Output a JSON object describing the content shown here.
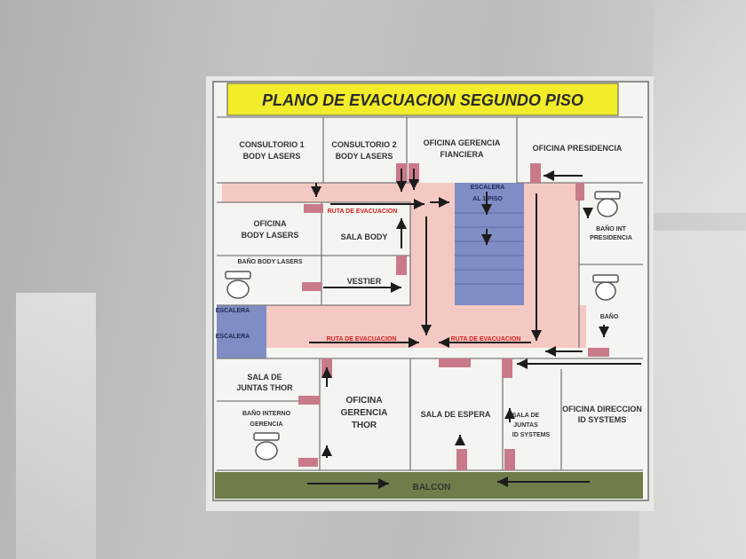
{
  "sign": {
    "title": "PLANO DE EVACUACION SEGUNDO PISO",
    "rooms": {
      "consultorio1_l1": "CONSULTORIO 1",
      "consultorio1_l2": "BODY LASERS",
      "consultorio2_l1": "CONSULTORIO 2",
      "consultorio2_l2": "BODY LASERS",
      "gerencia_fin_l1": "OFICINA GERENCIA",
      "gerencia_fin_l2": "FIANCIERA",
      "presidencia": "OFICINA PRESIDENCIA",
      "escalera_main_l1": "ESCALERA",
      "escalera_main_l2": "AL 1 PISO",
      "oficina_body_l1": "OFICINA",
      "oficina_body_l2": "BODY LASERS",
      "sala_body": "SALA BODY",
      "bano_int_pres_l1": "BAÑO INT",
      "bano_int_pres_l2": "PRESIDENCIA",
      "bano_body": "BAÑO BODY LASERS",
      "vestier": "VESTIER",
      "escalera_left_1": "ESCALERA",
      "escalera_left_2": "ESCALERA",
      "bano": "BAÑO",
      "sala_juntas_thor_l1": "SALA DE",
      "sala_juntas_thor_l2": "JUNTAS THOR",
      "bano_int_ger_l1": "BAÑO INTERNO",
      "bano_int_ger_l2": "GERENCIA",
      "oficina_ger_thor_l1": "OFICINA",
      "oficina_ger_thor_l2": "GERENCIA",
      "oficina_ger_thor_l3": "THOR",
      "sala_espera": "SALA DE ESPERA",
      "sala_juntas_id_l1": "SALA DE",
      "sala_juntas_id_l2": "JUNTAS",
      "sala_juntas_id_l3": "ID SYSTEMS",
      "oficina_dir_id_l1": "OFICINA DIRECCION",
      "oficina_dir_id_l2": "ID SYSTEMS",
      "balcon": "BALCON"
    },
    "route_labels": {
      "top": "RUTA DE EVACUACION",
      "bottom_left": "RUTA DE EVACUACION",
      "bottom_right": "RUTA DE EVACUACION"
    },
    "colors": {
      "title_band": "#f2ec2a",
      "route": "#f5c9c3",
      "stairs": "#7f8dc4",
      "balcony": "#6f7d4a",
      "room": "#f4f4f1",
      "door": "#c97a8a",
      "arrow": "#1c1c1c",
      "route_text": "#d41f1f"
    }
  }
}
